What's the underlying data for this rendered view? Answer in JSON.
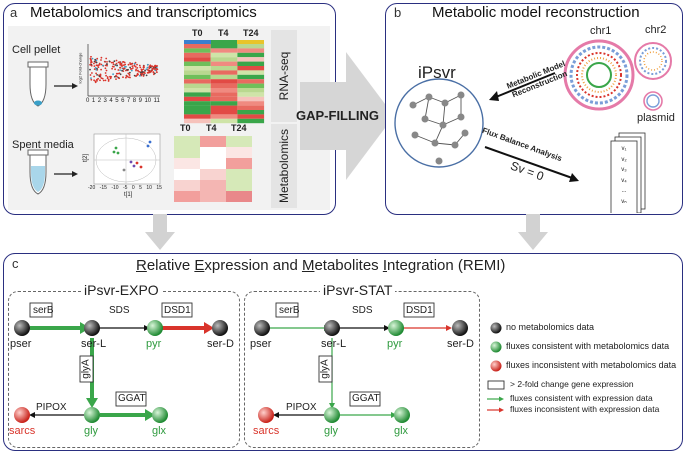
{
  "panel_a": {
    "tag": "a",
    "title": "Metabolomics and transcriptomics",
    "cell_pellet": "Cell pellet",
    "spent_media": "Spent media",
    "timepoints_top": [
      "T0",
      "T4",
      "T24"
    ],
    "timepoints_bottom": [
      "T0",
      "T4",
      "T24"
    ],
    "side_label_top": "RNA-seq",
    "side_label_bottom": "Metabolomics",
    "scatter_ylabel": "log2 Fold-change",
    "scatter_xticks": [
      "0",
      "1",
      "2",
      "3",
      "4",
      "5",
      "6",
      "7",
      "8",
      "9",
      "10",
      "11"
    ],
    "pca_xlabel": "t[1]",
    "pca_ylabel": "t[2]",
    "pca_xticks": [
      "-20",
      "-15",
      "-10",
      "-5",
      "0",
      "5",
      "10",
      "15"
    ]
  },
  "gap_filling": "GAP-FILLING",
  "panel_b": {
    "tag": "b",
    "title": "Metabolic model reconstruction",
    "model_name": "iPsvr",
    "arrow1_label": "Metabolic Model Reconstruction",
    "arrow2_label": "Flux Balance Analysis",
    "equation": "Sv = 0",
    "chr1": "chr1",
    "chr2": "chr2",
    "plasmid": "plasmid",
    "vector": [
      "v₁",
      "v₂",
      "v₃",
      "v₄",
      "...",
      "vₙ"
    ]
  },
  "panel_c": {
    "tag": "c",
    "title_parts": [
      "R",
      "elative ",
      "E",
      "xpression and ",
      "M",
      "etabolites ",
      "I",
      "ntegration (REMI)"
    ],
    "expo_title": "iPsvr-EXPO",
    "stat_title": "iPsvr-STAT",
    "nodes": {
      "pser": "pser",
      "serL": "ser-L",
      "pyr": "pyr",
      "serD": "ser-D",
      "gly": "gly",
      "glx": "glx",
      "sarcs": "sarcs"
    },
    "enzymes": {
      "serB": "serB",
      "SDS": "SDS",
      "DSD1": "DSD1",
      "glyA": "glyA",
      "PIPOX": "PIPOX",
      "GGAT": "GGAT"
    },
    "legend": {
      "no_data": "no metabolomics data",
      "consistent": "fluxes consistent with metabolomics data",
      "inconsistent": "fluxes inconsistent with metabolomics data",
      "fold_change": "> 2-fold change gene expression",
      "arrow_consistent": "fluxes consistent with expression data",
      "arrow_inconsistent": "fluxes inconsistent with expression data"
    }
  },
  "colors": {
    "panel_border": "#2a2f80",
    "green": "#3aa64a",
    "red": "#d9342b",
    "black_node": "#222222",
    "gray_arrow": "#cfcfcf"
  }
}
